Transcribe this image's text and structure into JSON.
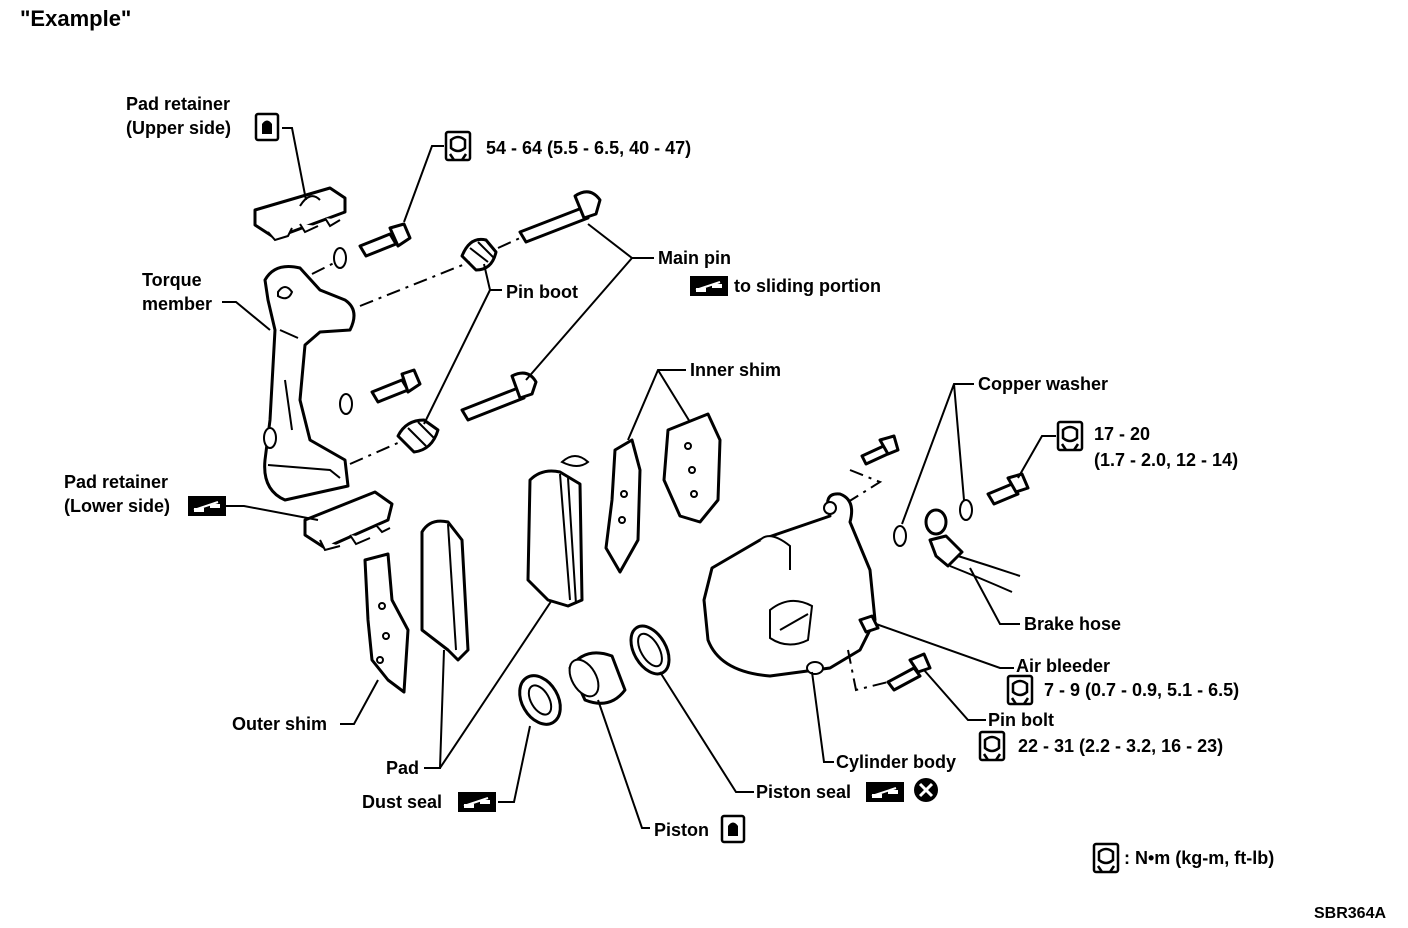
{
  "title": "\"Example\"",
  "figure_code": "SBR364A",
  "labels": {
    "pad_retainer_upper": [
      "Pad retainer",
      "(Upper side)"
    ],
    "torque_spec_main": "54 - 64 (5.5 - 6.5, 40 - 47)",
    "torque_member": [
      "Torque",
      "member"
    ],
    "main_pin": "Main pin",
    "main_pin_note": "to sliding portion",
    "pin_boot": "Pin boot",
    "inner_shim": "Inner shim",
    "copper_washer": "Copper washer",
    "torque_spec_hose": [
      "17 - 20",
      "(1.7 - 2.0, 12 - 14)"
    ],
    "pad_retainer_lower": [
      "Pad retainer",
      "(Lower side)"
    ],
    "brake_hose": "Brake hose",
    "air_bleeder": "Air bleeder",
    "torque_spec_bleeder": "7 - 9 (0.7 - 0.9, 5.1 - 6.5)",
    "pin_bolt": "Pin bolt",
    "torque_spec_pin_bolt": "22 - 31 (2.2 - 3.2, 16 - 23)",
    "outer_shim": "Outer shim",
    "cylinder_body": "Cylinder body",
    "pad": "Pad",
    "piston_seal": "Piston seal",
    "dust_seal": "Dust seal",
    "piston": "Piston",
    "legend_units": ": N•m (kg-m, ft-lb)"
  },
  "symbols": {
    "torque_wrench": "torque-wrench-icon",
    "grease": "grease-icon",
    "lubricant": "lubricant-icon",
    "replace": "replace-icon"
  }
}
